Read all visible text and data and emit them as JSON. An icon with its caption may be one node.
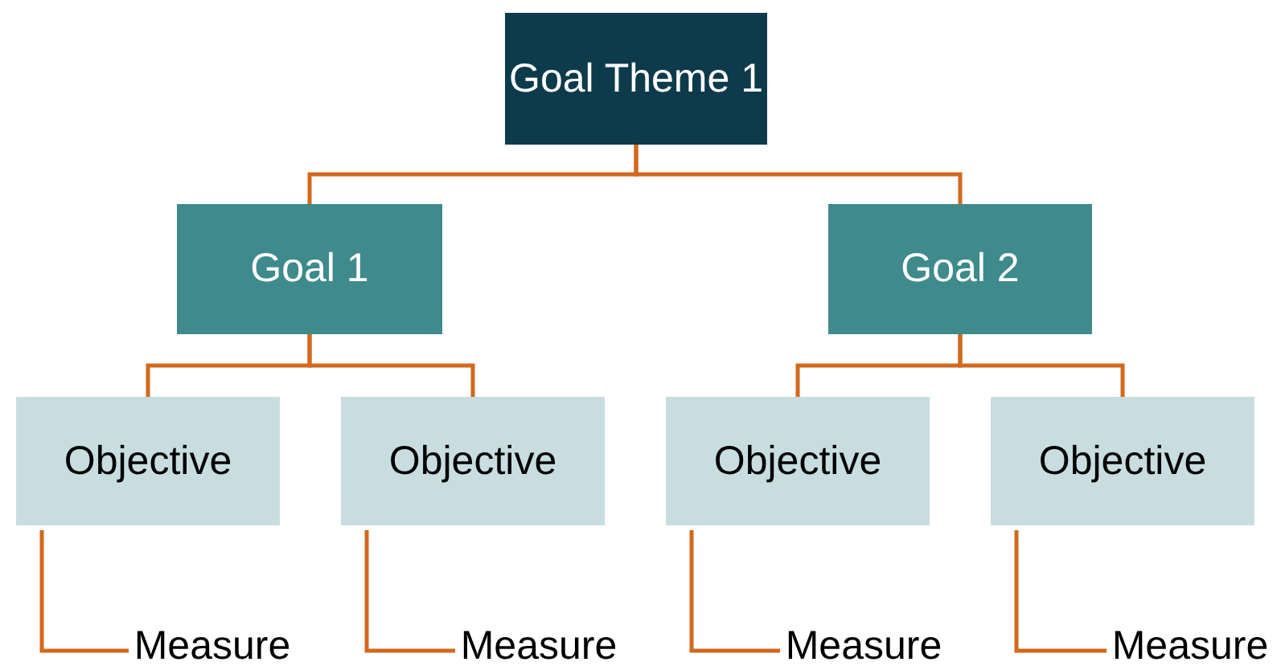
{
  "diagram": {
    "nodes": [
      {
        "text": [
          "Goal Theme 1"
        ]
      },
      {
        "text": [
          "Goal 1"
        ]
      },
      {
        "text": [
          "Goal 2"
        ]
      },
      {
        "text": [
          "Objective"
        ]
      },
      {
        "text": [
          "Objective"
        ]
      },
      {
        "text": [
          "Objective"
        ]
      },
      {
        "text": [
          "Objective"
        ]
      },
      {
        "text": [
          "Measure"
        ]
      },
      {
        "text": [
          "Measure"
        ]
      },
      {
        "text": [
          "Measure"
        ]
      },
      {
        "text": [
          "Measure"
        ]
      }
    ],
    "edges": [
      {
        "from": 0,
        "to": 1,
        "arrow": "none"
      },
      {
        "from": 0,
        "to": 2,
        "arrow": "none"
      },
      {
        "from": 1,
        "to": 3,
        "arrow": "none"
      },
      {
        "from": 1,
        "to": 4,
        "arrow": "none"
      },
      {
        "from": 2,
        "to": 5,
        "arrow": "none"
      },
      {
        "from": 2,
        "to": 6,
        "arrow": "none"
      },
      {
        "from": 3,
        "to": 7,
        "arrow": "none"
      },
      {
        "from": 4,
        "to": 8,
        "arrow": "none"
      },
      {
        "from": 5,
        "to": 9,
        "arrow": "none"
      },
      {
        "from": 6,
        "to": 10,
        "arrow": "none"
      }
    ]
  }
}
